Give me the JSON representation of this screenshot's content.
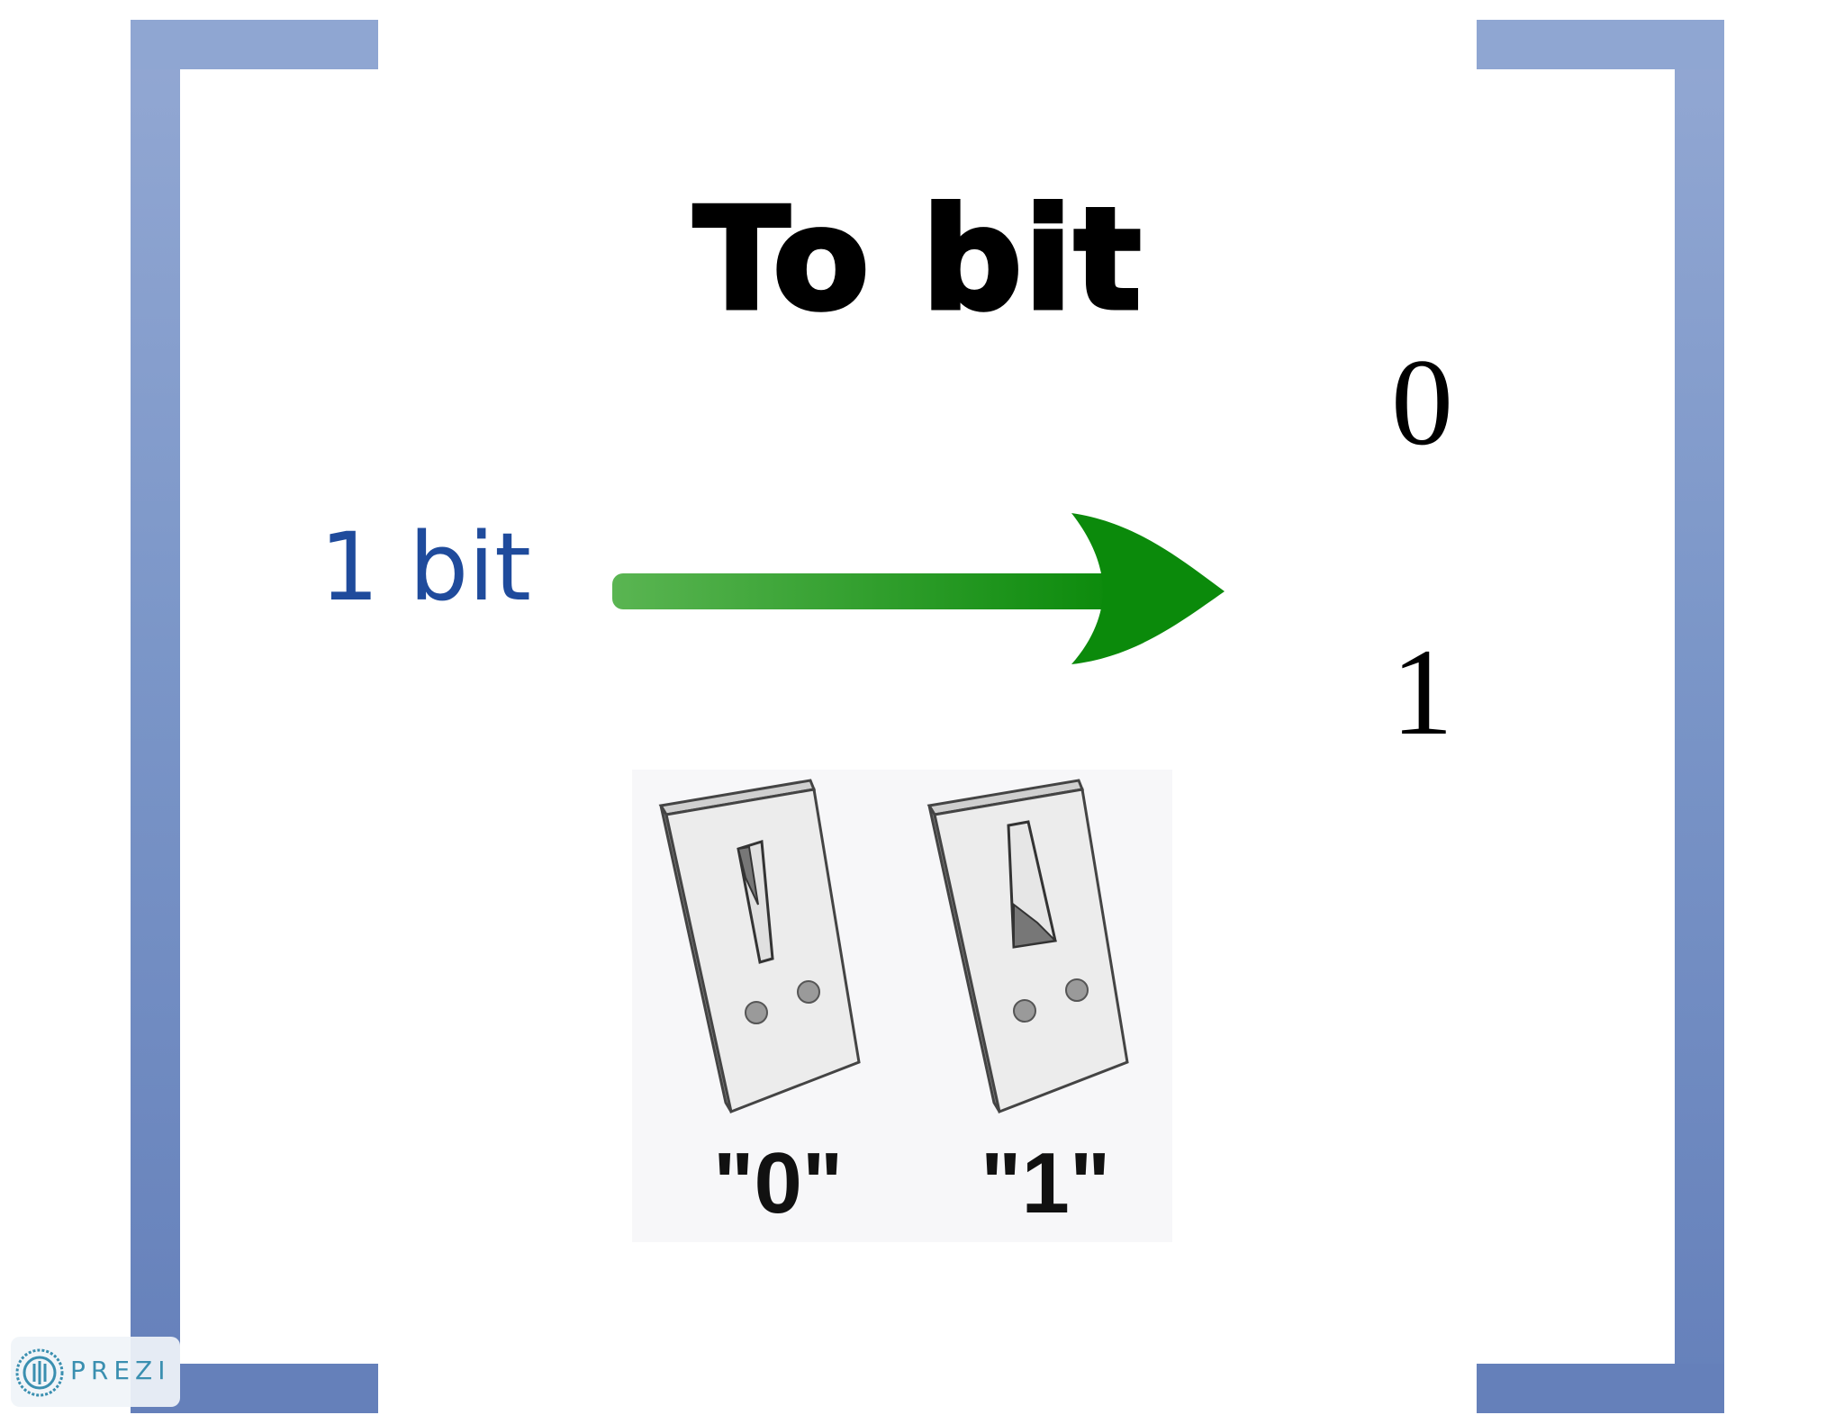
{
  "title": "To bit",
  "source_label": "1 bit",
  "values": {
    "zero": "0",
    "one": "1"
  },
  "switch_captions": {
    "off": "\"0\"",
    "on": "\"1\""
  },
  "colors": {
    "bracket_top": "#8fa6d2",
    "bracket_bottom": "#6580ba",
    "label_blue": "#1f4b9c",
    "arrow_green_start": "#5ab552",
    "arrow_green_end": "#0b8a0b"
  },
  "watermark": {
    "icon": "prezi-logo-icon",
    "text": "PREZI"
  }
}
